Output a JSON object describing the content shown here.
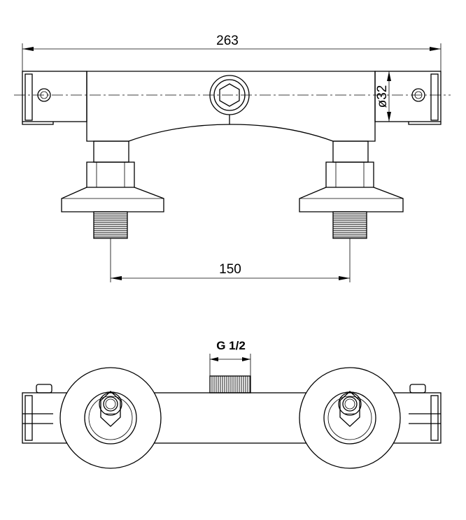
{
  "drawing": {
    "overall_width_label": "263",
    "inlet_spacing_label": "150",
    "body_diameter_label": "ø32",
    "outlet_thread_label": "G 1/2"
  }
}
